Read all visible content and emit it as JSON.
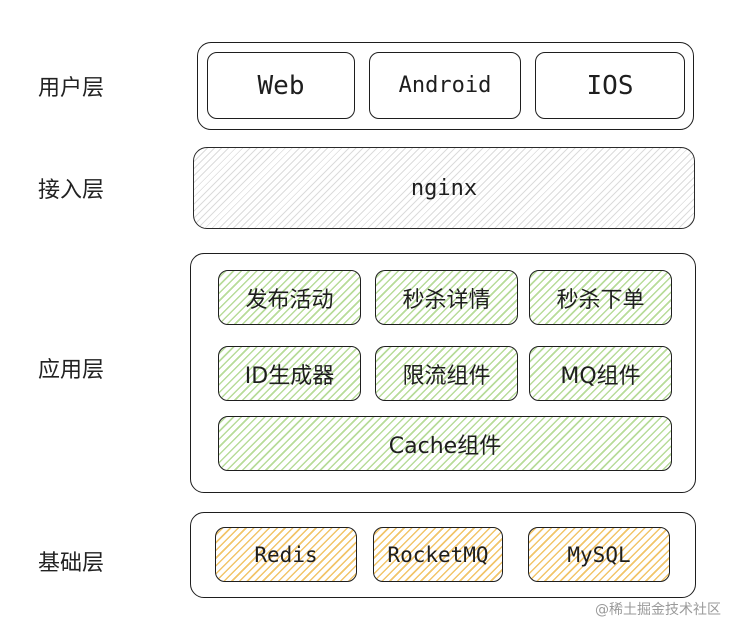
{
  "layers": {
    "user": {
      "label": "用户层",
      "items": [
        "Web",
        "Android",
        "IOS"
      ]
    },
    "access": {
      "label": "接入层",
      "item": "nginx"
    },
    "application": {
      "label": "应用层",
      "items": [
        "发布活动",
        "秒杀详情",
        "秒杀下单",
        "ID生成器",
        "限流组件",
        "MQ组件",
        "Cache组件"
      ]
    },
    "base": {
      "label": "基础层",
      "items": [
        "Redis",
        "RocketMQ",
        "MySQL"
      ]
    }
  },
  "watermark": "@稀土掘金技术社区",
  "colors": {
    "green_hatch": "#b8dc9a",
    "yellow_hatch": "#f2c56a",
    "gray_hatch": "#dcdcdc",
    "stroke": "#1e1e1e"
  }
}
